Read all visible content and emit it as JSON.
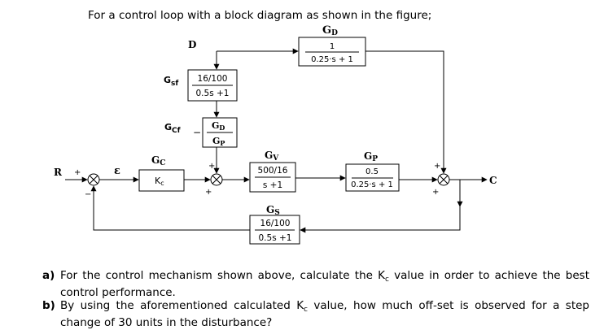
{
  "header": "For a control loop with a block diagram as shown in the figure;",
  "diagram": {
    "signals": {
      "R": "R",
      "C": "C",
      "D": "D",
      "epsilon": "ε"
    },
    "blocks": {
      "gd": {
        "label": "G",
        "sub": "D",
        "num": "1",
        "den": "0.25·s + 1"
      },
      "gsf": {
        "label": "G",
        "sub": "sf",
        "num": "16/100",
        "den": "0.5s +1"
      },
      "gcf": {
        "label": "G",
        "sub": "Cf",
        "sign": "−",
        "num_main": "G",
        "num_sub": "D",
        "den_main": "G",
        "den_sub": "P"
      },
      "gc": {
        "label": "G",
        "sub": "C",
        "content_main": "K",
        "content_sub": "c"
      },
      "gv": {
        "label": "G",
        "sub": "V",
        "num": "500/16",
        "den": "s +1"
      },
      "gp": {
        "label": "G",
        "sub": "P",
        "num": "0.5",
        "den": "0.25·s + 1"
      },
      "gs": {
        "label": "G",
        "sub": "S",
        "num": "16/100",
        "den": "0.5s +1"
      }
    },
    "signs": {
      "plus": "+",
      "minus": "−"
    }
  },
  "questions": [
    {
      "label": "a)",
      "text_before": "For the control mechanism shown above, calculate the K",
      "sub": "c",
      "text_after": " value in order to achieve the best control performance."
    },
    {
      "label": "b)",
      "text_before": "By using the aforementioned calculated K",
      "sub": "c",
      "text_after": " value, how much off-set is observed for a step change of 30 units in the disturbance?"
    }
  ]
}
